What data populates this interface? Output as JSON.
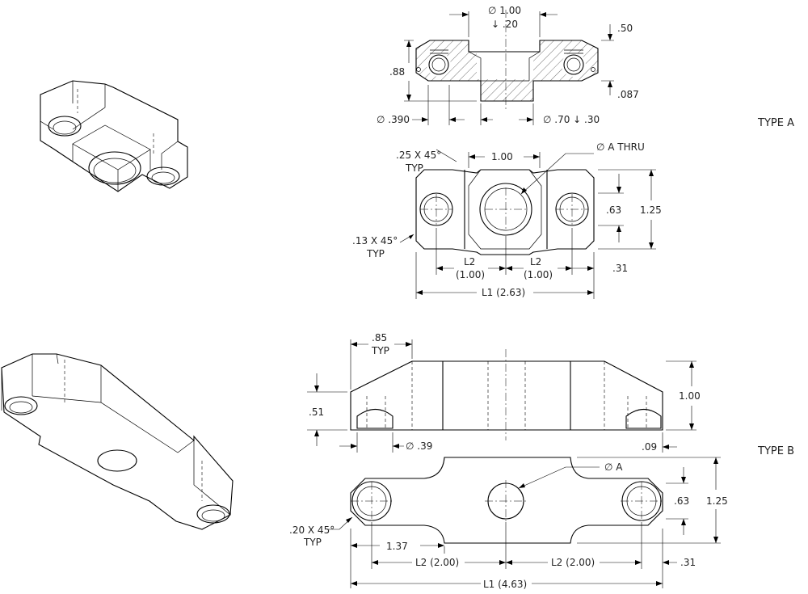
{
  "type_labels": {
    "a": "TYPE A",
    "b": "TYPE B"
  },
  "type_a": {
    "section": {
      "bore_dia": "∅ 1.00",
      "bore_depth": "↓ .20",
      "height_top": ".50",
      "height": ".88",
      "small_dim": ".087",
      "hole_dia": "∅ .390",
      "bottom_bore": "∅ .70 ↓ .30"
    },
    "plan": {
      "chamfer_top": ".25 X 45°",
      "chamfer_top_typ": "TYP",
      "center_width": "1.00",
      "a_thru": "∅ A THRU",
      "chamfer_corner": ".13 X 45°",
      "chamfer_corner_typ": "TYP",
      "h_small": ".63",
      "h_total": "1.25",
      "l2_left": "L2",
      "l2_left_val": "(1.00)",
      "l2_right": "L2",
      "l2_right_val": "(1.00)",
      "edge": ".31",
      "l1": "L1 (2.63)"
    }
  },
  "type_b": {
    "elevation": {
      "chamfer_len": ".85",
      "chamfer_typ": "TYP",
      "height": "1.00",
      "left_h": ".51",
      "hole_dia": "∅ .39",
      "bottom": ".09"
    },
    "plan": {
      "a_dia": "∅ A",
      "h_small": ".63",
      "h_total": "1.25",
      "chamfer": ".20 X 45°",
      "chamfer_typ": "TYP",
      "offset": "1.37",
      "l2_left": "L2 (2.00)",
      "l2_right": "L2 (2.00)",
      "edge": ".31",
      "l1": "L1 (4.63)"
    }
  }
}
